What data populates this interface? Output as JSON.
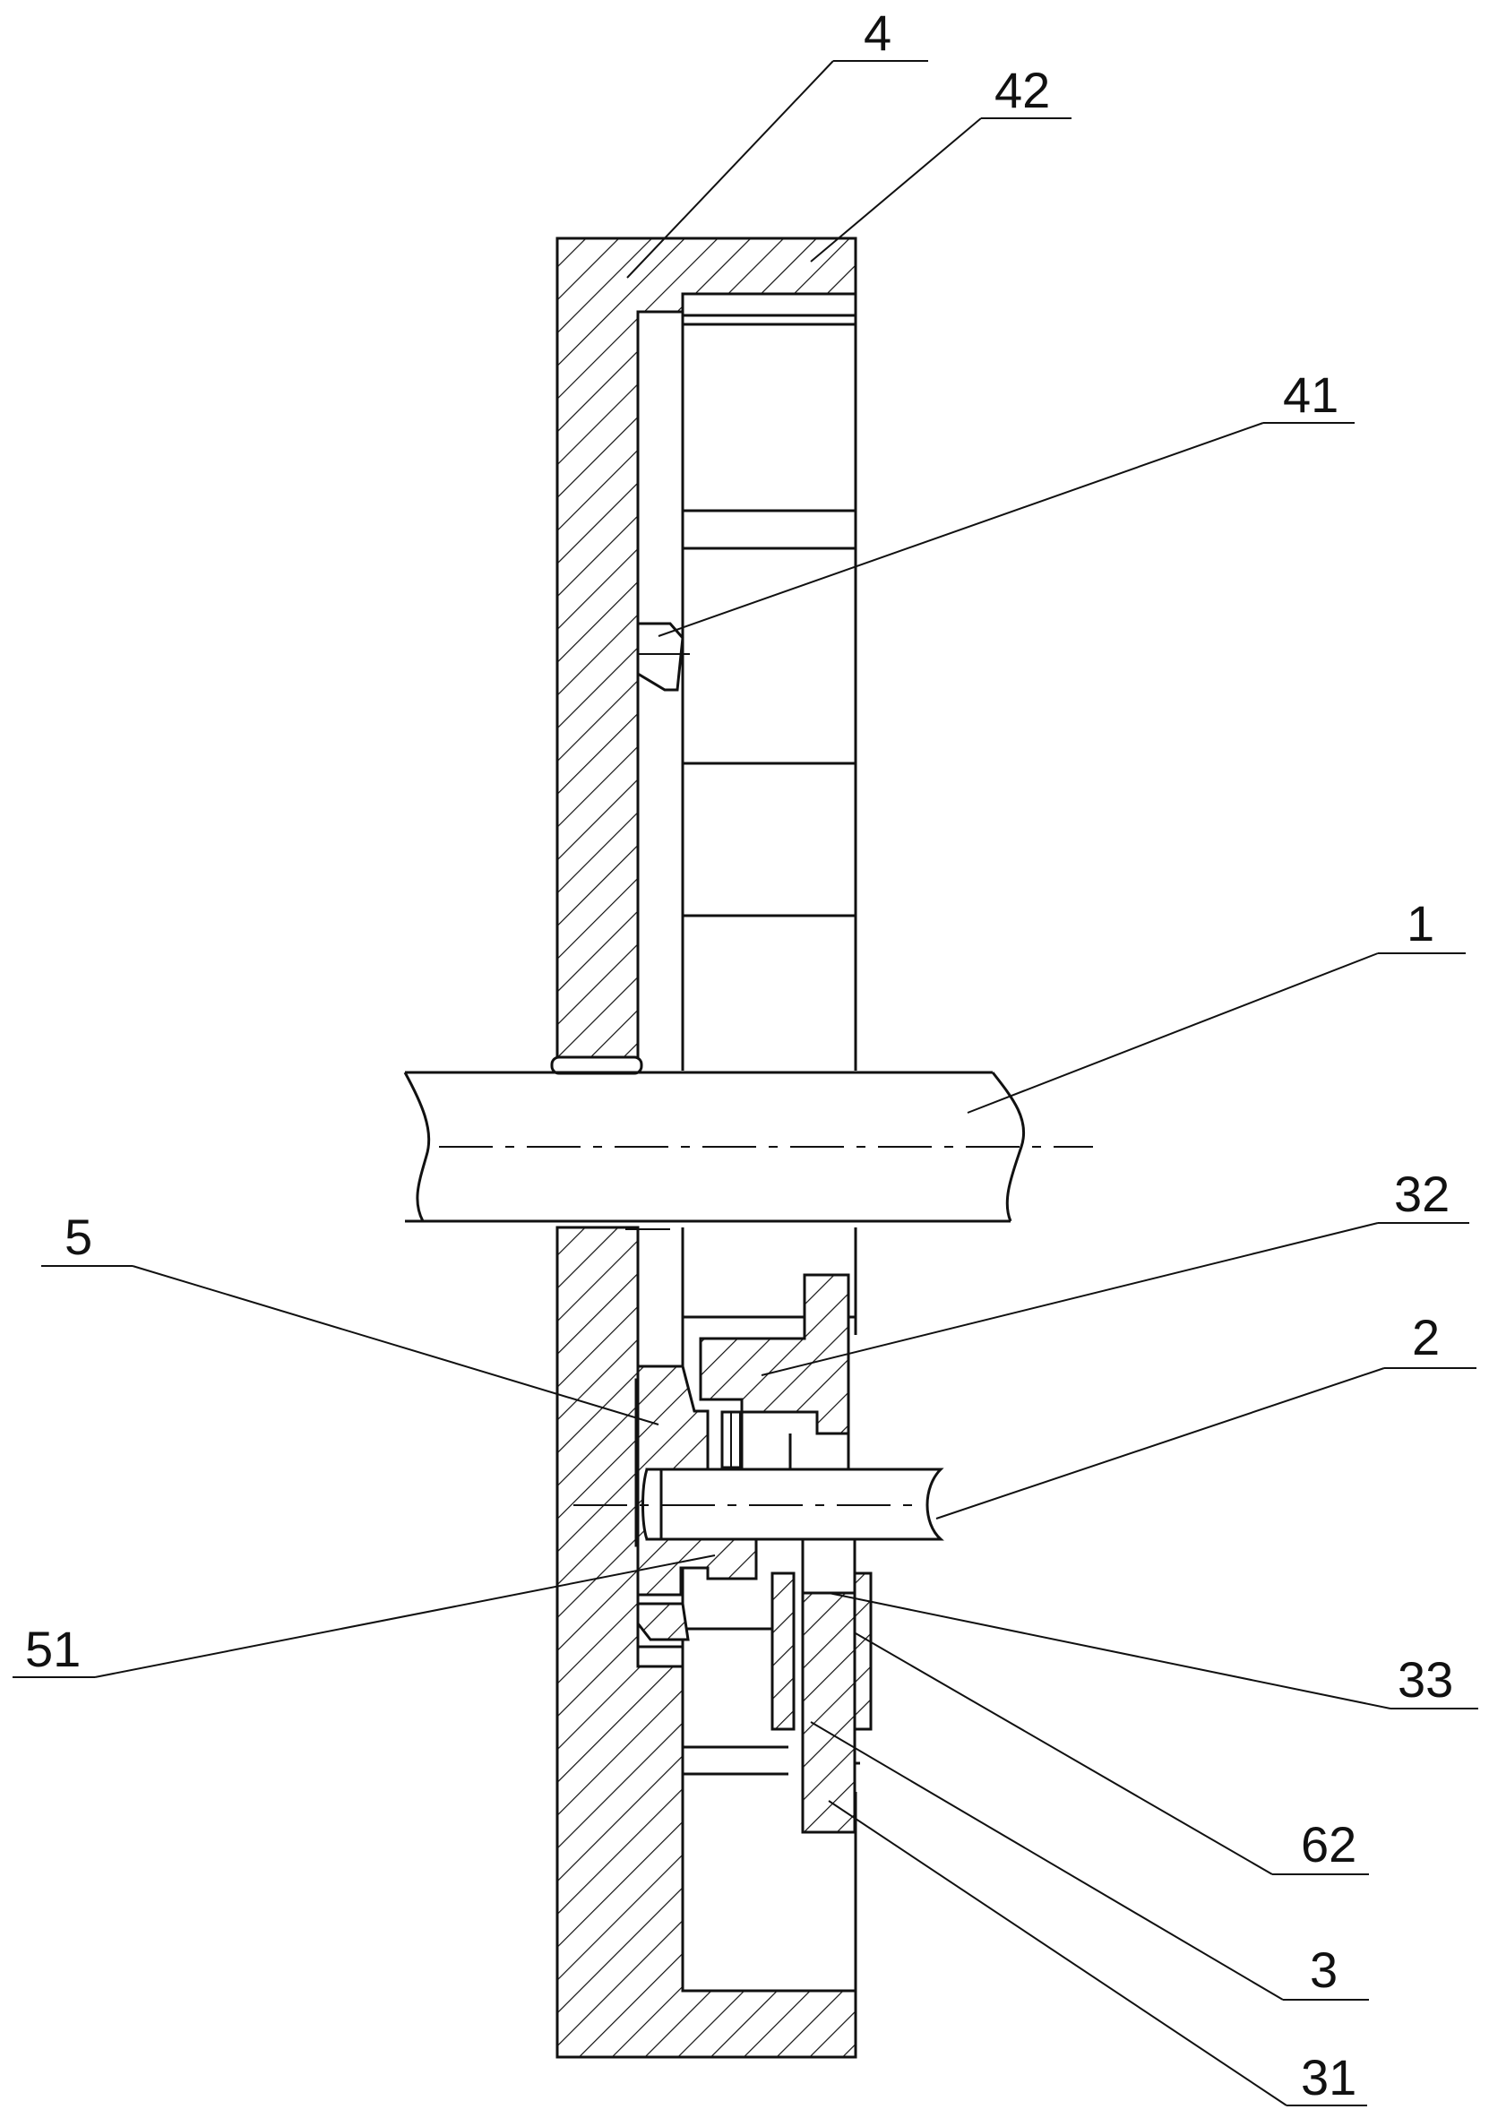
{
  "labels": {
    "l4": "4",
    "l42": "42",
    "l41": "41",
    "l1": "1",
    "l32": "32",
    "l5": "5",
    "l2": "2",
    "l51": "51",
    "l33": "33",
    "l62": "62",
    "l3": "3",
    "l31": "31"
  }
}
